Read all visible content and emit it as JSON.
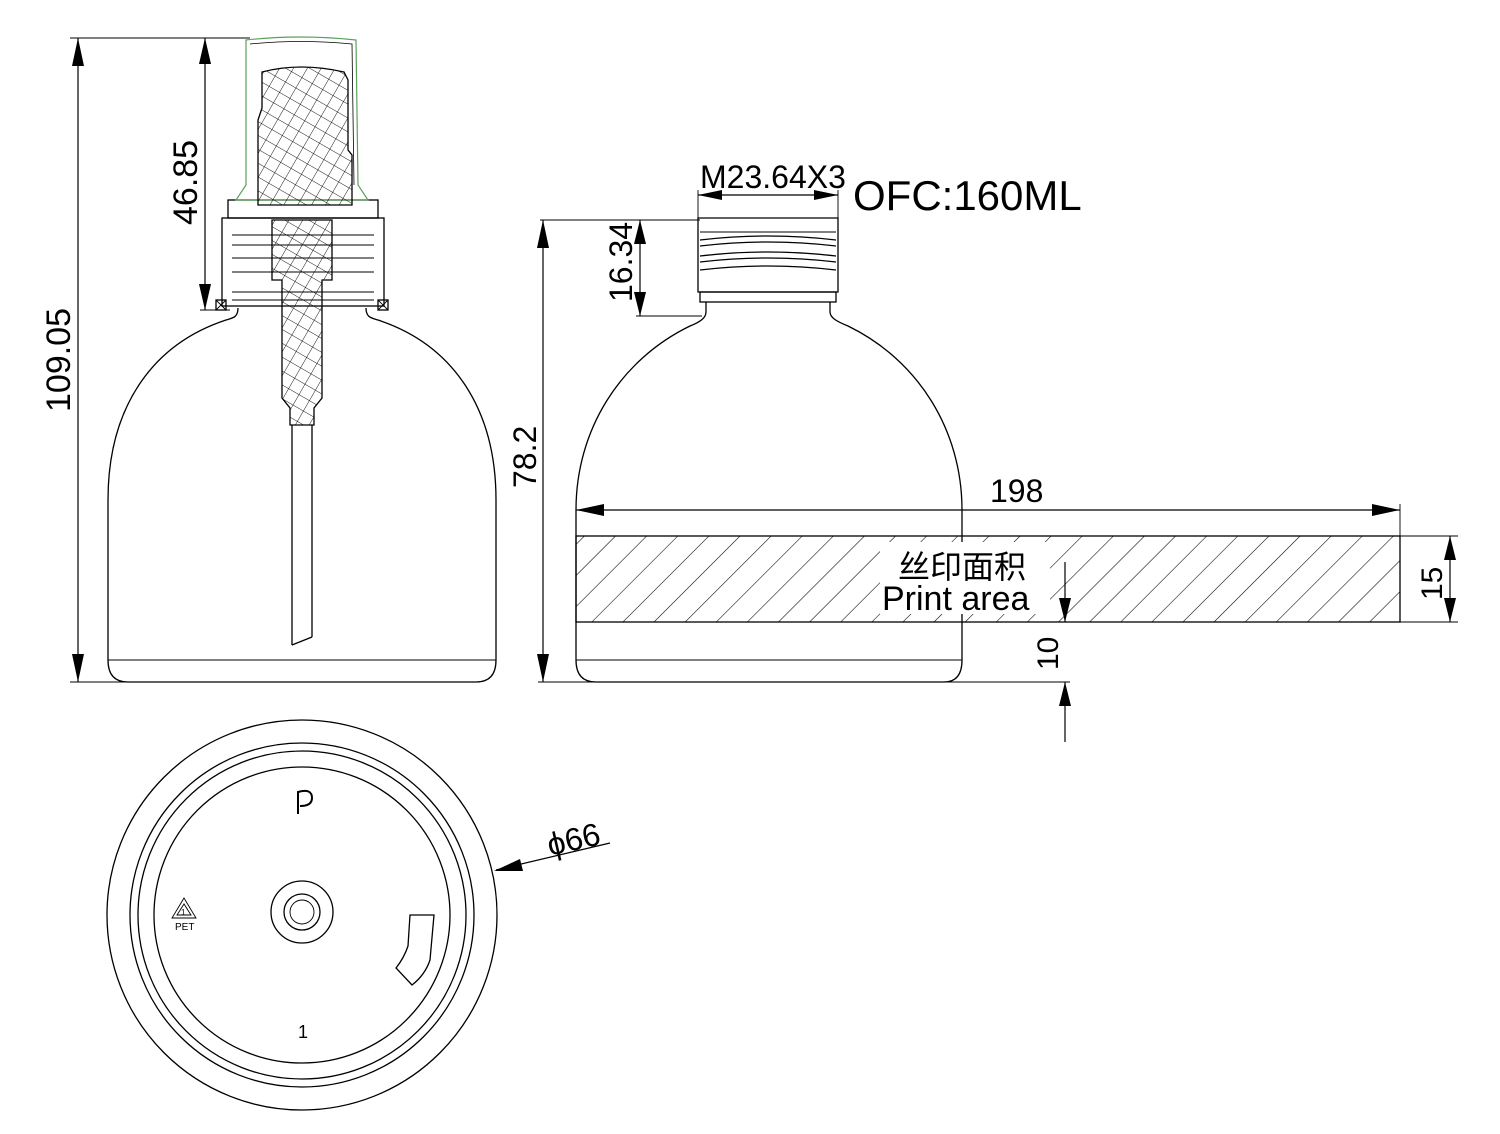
{
  "dimensions": {
    "overall_height": "109.05",
    "pump_height": "46.85",
    "neck_height": "16.34",
    "bottle_height": "78.2",
    "thread_spec": "M23.64X3",
    "capacity": "OFC:160ML",
    "print_width": "198",
    "print_height": "15",
    "print_offset": "10",
    "diameter": "ϕ66"
  },
  "labels": {
    "print_area_cn": "丝印面积",
    "print_area_en": "Print area",
    "material_code": "PET",
    "cavity_number": "1",
    "recycle_number": "1"
  }
}
